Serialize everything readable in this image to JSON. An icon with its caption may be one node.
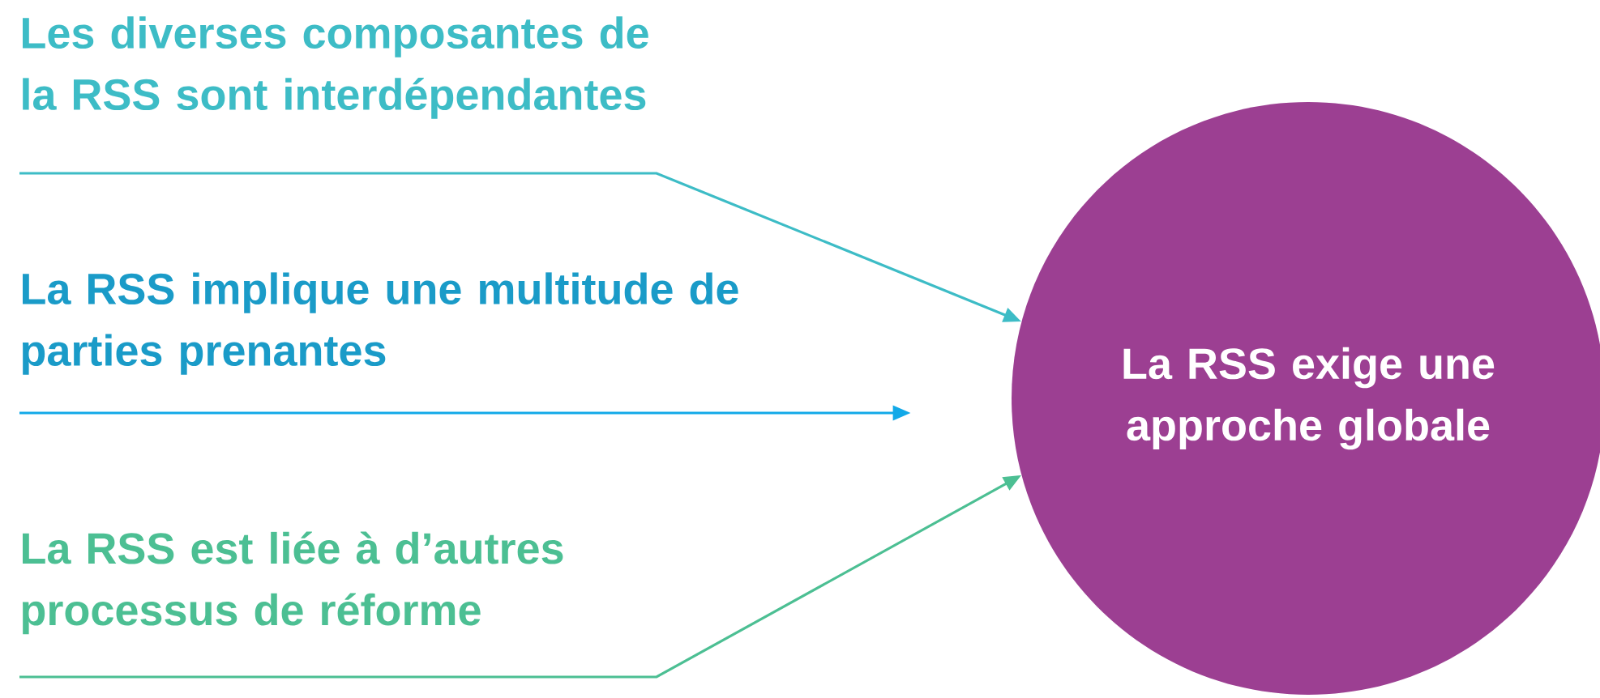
{
  "diagram": {
    "nodes": [
      {
        "text": [
          "Les diverses composantes de la RSS sont interdépendantes"
        ]
      },
      {
        "text": [
          "La RSS implique une multitude de parties prenantes"
        ]
      },
      {
        "text": [
          "La RSS est liée à d’autres processus de réforme"
        ]
      },
      {
        "text": [
          "La RSS exige une approche globale"
        ]
      }
    ],
    "edges": [
      {
        "from": 0,
        "to": 3,
        "arrow": "to",
        "color": "#3dbcc6"
      },
      {
        "from": 1,
        "to": 3,
        "arrow": "to",
        "color": "#12a9e8"
      },
      {
        "from": 2,
        "to": 3,
        "arrow": "to",
        "color": "#4cbf93"
      }
    ]
  }
}
